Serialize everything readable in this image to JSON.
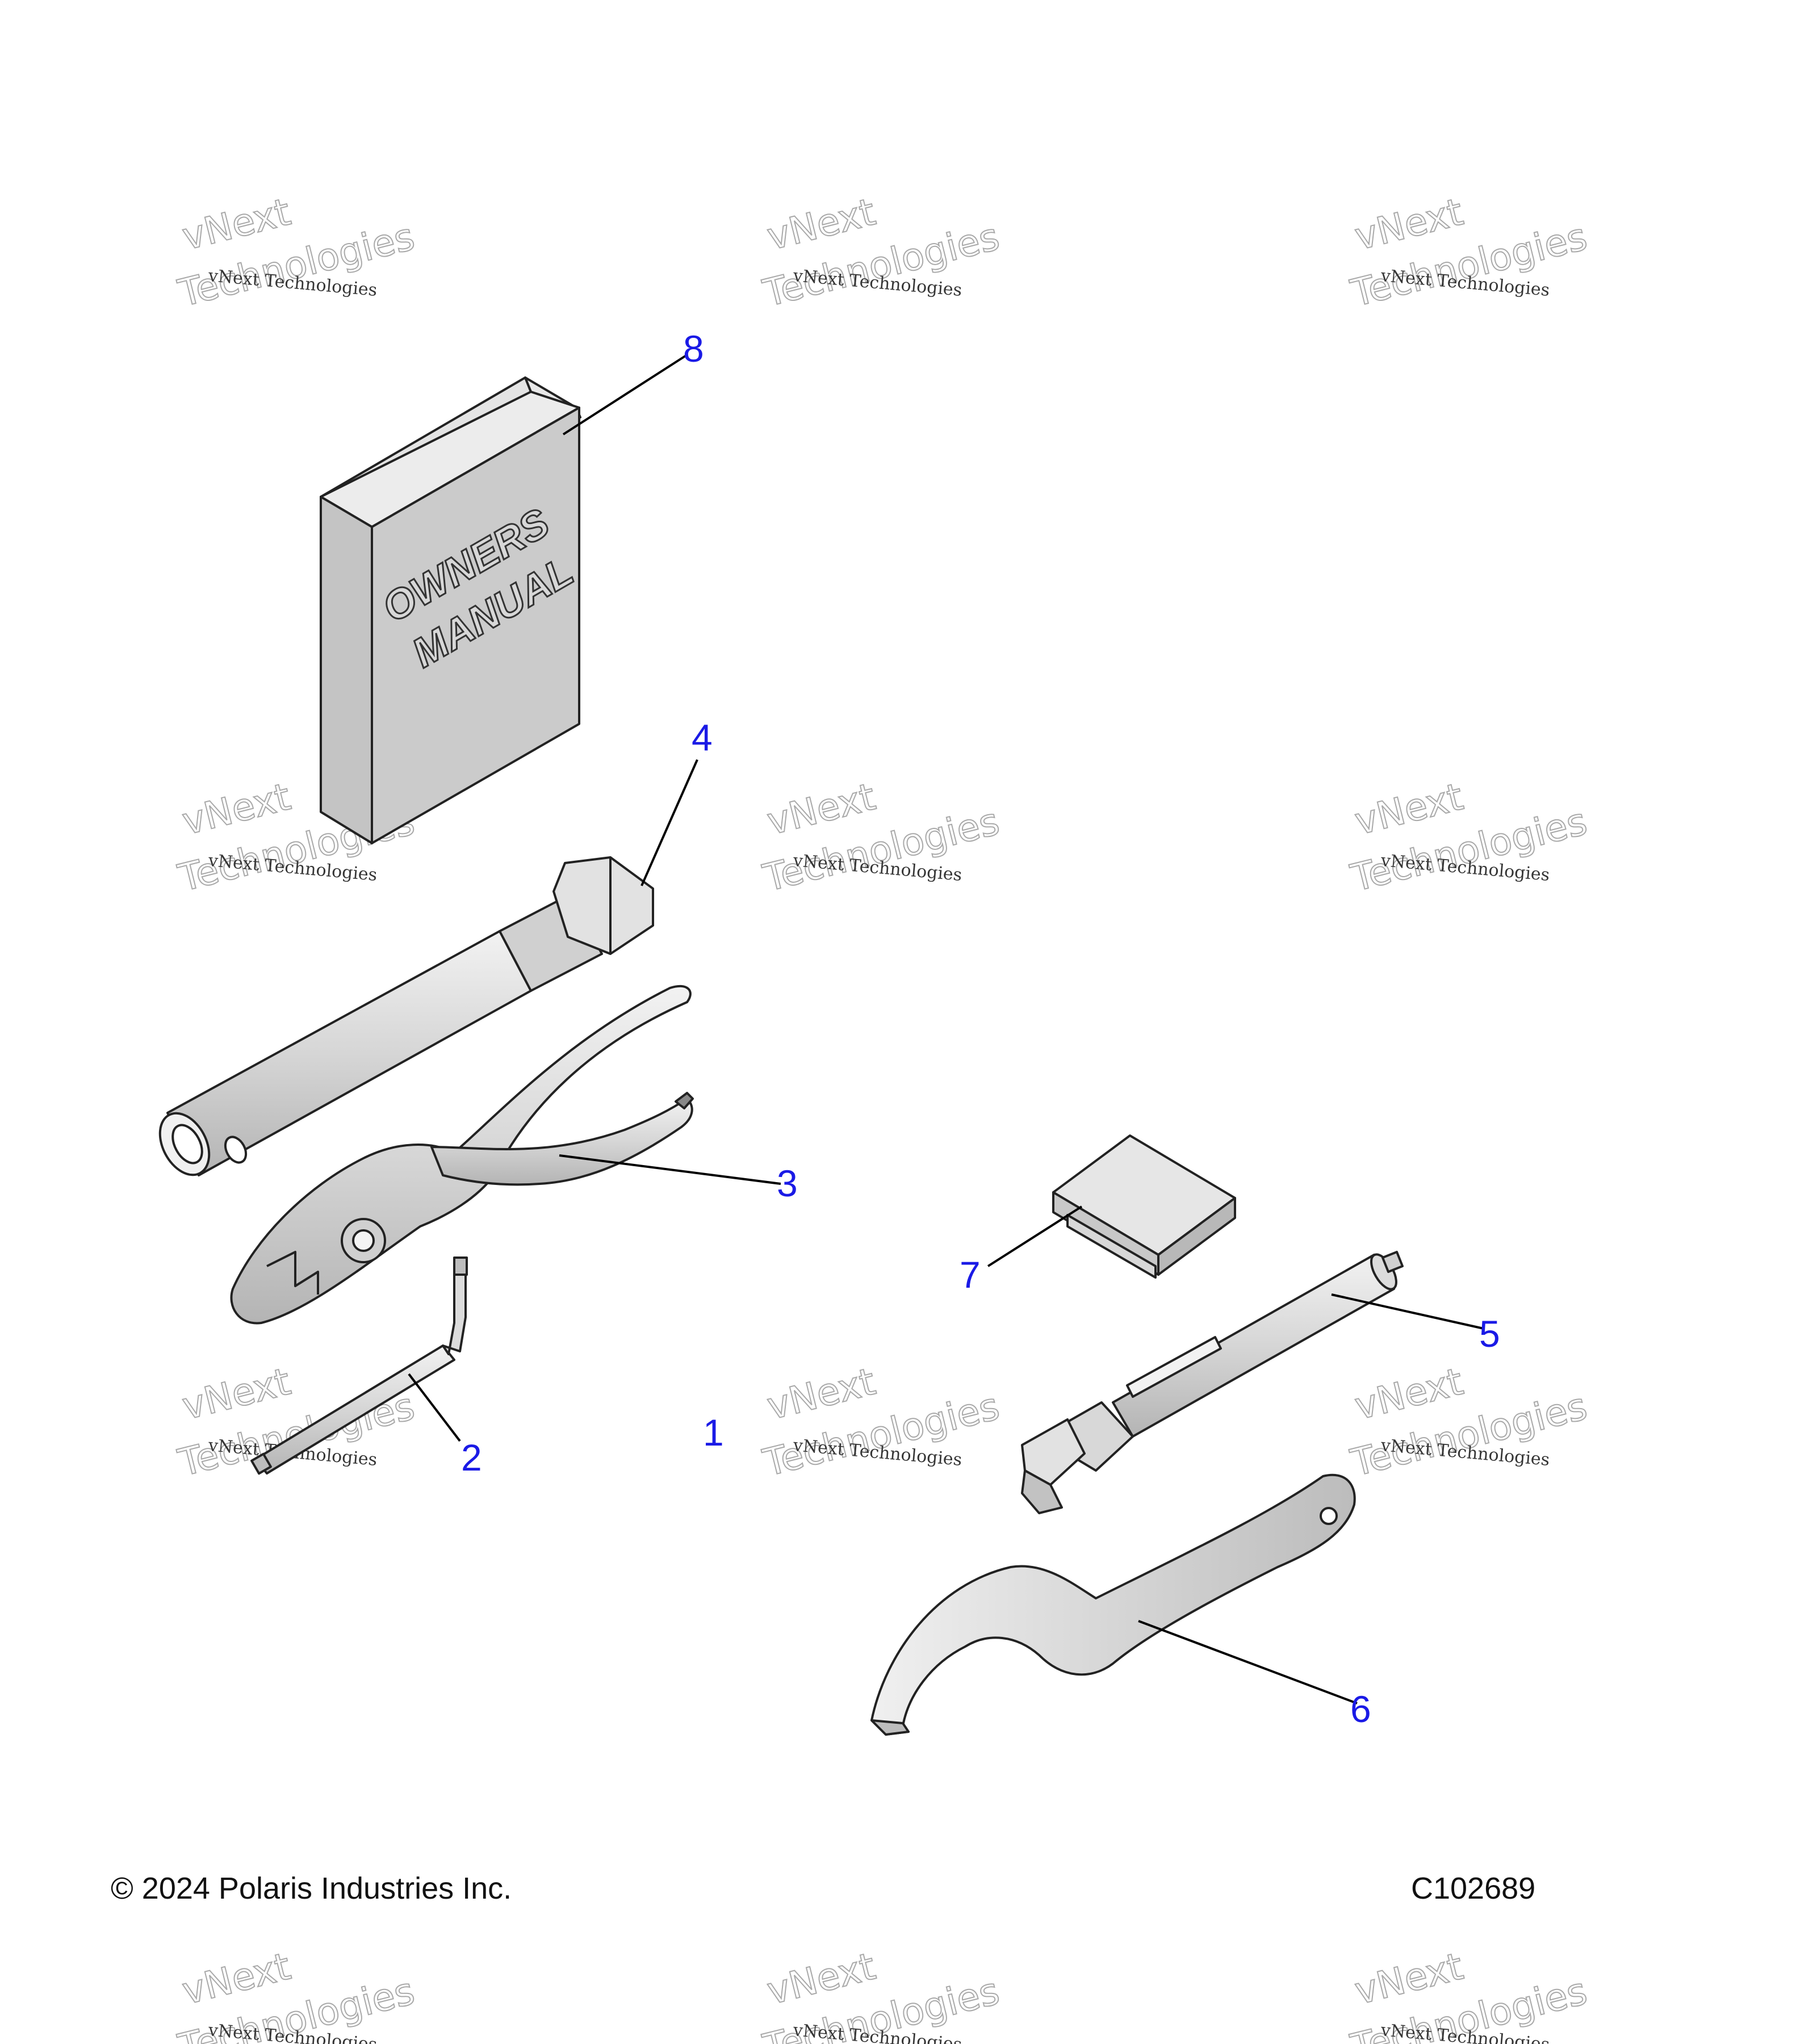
{
  "callouts": [
    {
      "id": "1",
      "label": "1"
    },
    {
      "id": "2",
      "label": "2"
    },
    {
      "id": "3",
      "label": "3"
    },
    {
      "id": "4",
      "label": "4"
    },
    {
      "id": "5",
      "label": "5"
    },
    {
      "id": "6",
      "label": "6"
    },
    {
      "id": "7",
      "label": "7"
    },
    {
      "id": "8",
      "label": "8"
    }
  ],
  "manual": {
    "line1": "OWNERS",
    "line2": "MANUAL"
  },
  "watermark": {
    "line1": "vNext Technologies",
    "line2": "vNext",
    "line3": "Technologies"
  },
  "footer": {
    "copyright": "© 2024 Polaris Industries Inc.",
    "drawing_id": "C102689"
  },
  "colors": {
    "callout": "#1a1ae6",
    "part_fill": "#d4d4d4",
    "part_light": "#ececec",
    "part_dark": "#a8a8a8"
  }
}
